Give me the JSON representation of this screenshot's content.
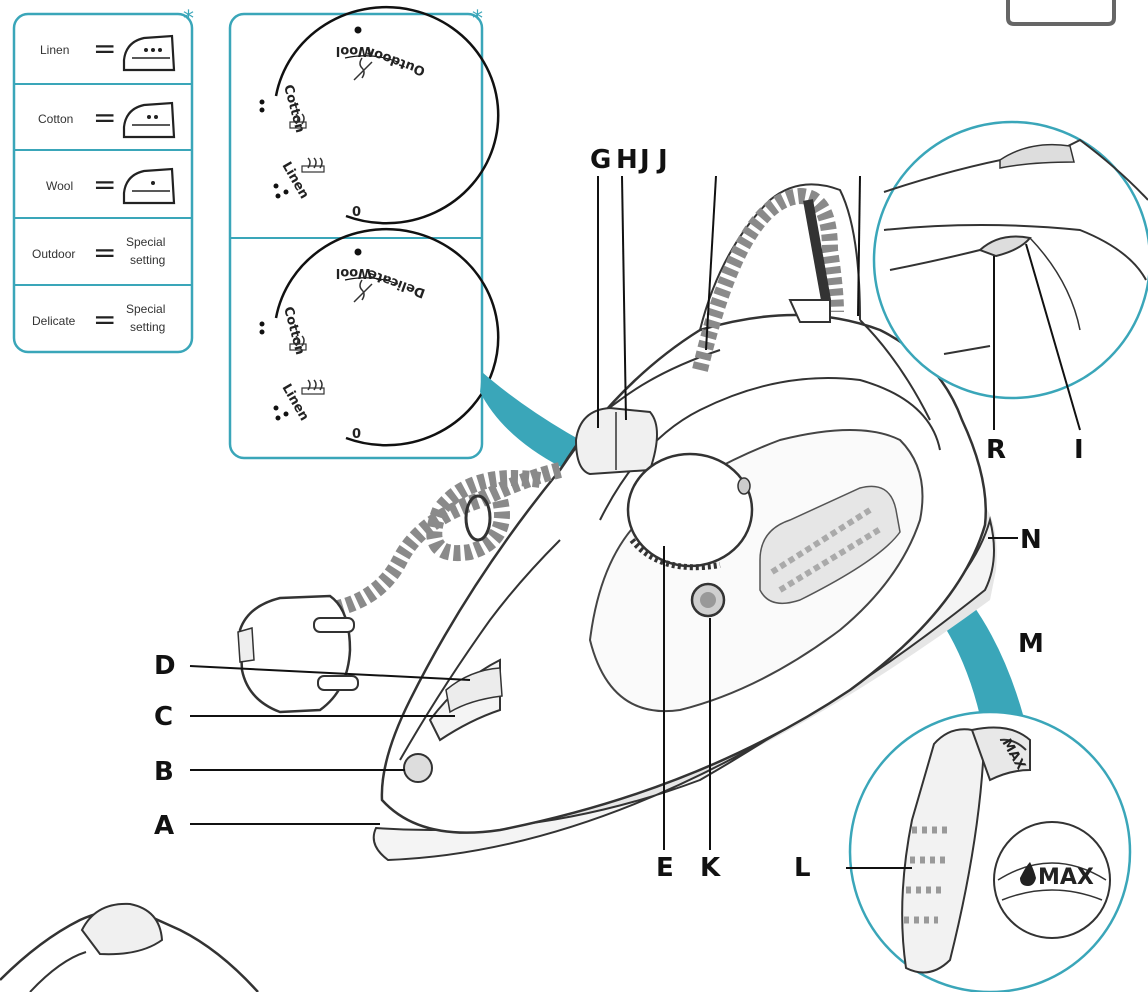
{
  "colors": {
    "accent": "#3aa6b9",
    "outline": "#333333",
    "cord_light": "#d8d8d8",
    "cord_dark": "#8a8a8a"
  },
  "settings_table": {
    "rows": [
      {
        "name": "Linen",
        "symbol": "iron-3-dots-icon",
        "dots": 3,
        "special": null
      },
      {
        "name": "Cotton",
        "symbol": "iron-2-dots-icon",
        "dots": 2,
        "special": null
      },
      {
        "name": "Wool",
        "symbol": "iron-1-dot-icon",
        "dots": 1,
        "special": null
      },
      {
        "name": "Outdoor",
        "symbol": null,
        "dots": 0,
        "special": [
          "Special",
          "setting"
        ]
      },
      {
        "name": "Delicate",
        "symbol": null,
        "dots": 0,
        "special": [
          "Special",
          "setting"
        ]
      }
    ],
    "equals": "=",
    "footnote_mark": "*"
  },
  "dial_panel": {
    "footnote_mark": "*",
    "dial_top": {
      "labels": [
        "Wool",
        "Outdoor",
        "Cotton",
        "Linen"
      ],
      "zero": "0"
    },
    "dial_bottom": {
      "labels": [
        "Wool",
        "Delicate",
        "Cotton",
        "Linen"
      ],
      "zero": "0"
    }
  },
  "callouts": {
    "A": "A",
    "B": "B",
    "C": "C",
    "D": "D",
    "E": "E",
    "G": "G",
    "H": "H",
    "J1": "J",
    "J2": "J",
    "K": "K",
    "L": "L",
    "M": "M",
    "N": "N",
    "R": "R",
    "I": "I"
  },
  "max_zoom": {
    "label": "MAX"
  },
  "cartridge": {
    "label": "MAX"
  }
}
